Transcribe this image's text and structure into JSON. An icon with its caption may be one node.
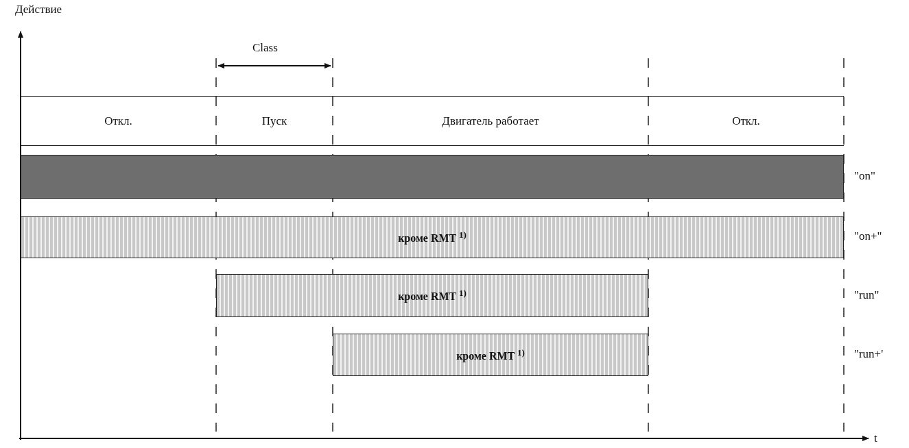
{
  "diagram": {
    "nodes": [
      {
        "text": [
          "Откл."
        ]
      },
      {
        "text": [
          "Пуск"
        ]
      },
      {
        "text": [
          "Двигатель работает"
        ]
      },
      {
        "text": [
          "Откл."
        ]
      },
      {
        "text": [],
        "shape": "bar",
        "beside": [
          "\"on\""
        ]
      },
      {
        "text": [
          "кроме RMT $^{1)}$"
        ],
        "beside": [
          "\"on+\""
        ]
      },
      {
        "text": [
          "кроме RMT $^{1)}$"
        ]
      },
      {
        "text": [
          "кроме RMT $^{1)}$"
        ]
      }
    ],
    "labels": [
      "Действие",
      "Class",
      "\"run\"",
      "\"run+'",
      "t"
    ]
  }
}
